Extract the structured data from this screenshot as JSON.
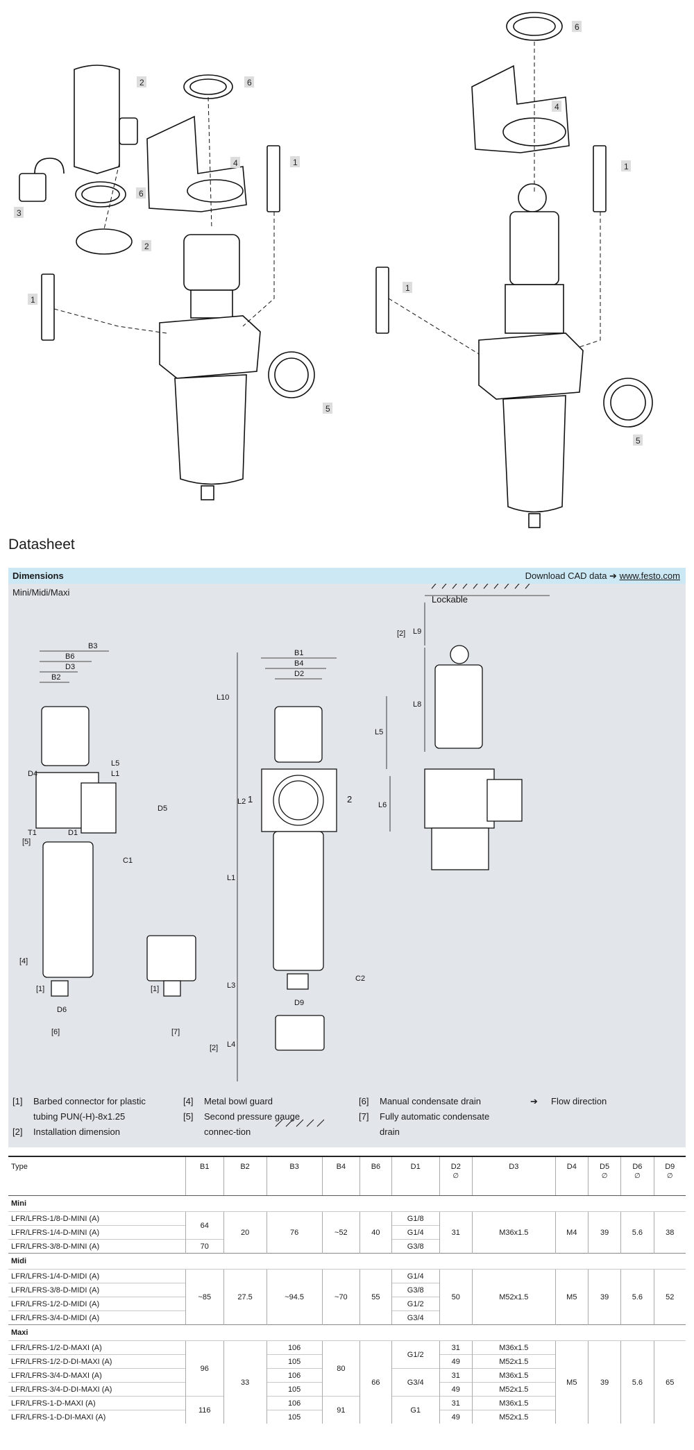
{
  "exploded_view": {
    "left_callouts": [
      "2",
      "6",
      "4",
      "1",
      "3",
      "6",
      "2",
      "1",
      "5"
    ],
    "right_callouts": [
      "6",
      "4",
      "1",
      "1",
      "5"
    ]
  },
  "section_title": "Datasheet",
  "dimensions": {
    "title": "Dimensions",
    "cad_prefix": "Download CAD data ➔",
    "cad_link": "www.festo.com",
    "subtitle": "Mini/Midi/Maxi",
    "lockable_label": "Lockable",
    "left_dims": [
      "B3",
      "B6",
      "D3",
      "B2",
      "D4",
      "L1",
      "L5",
      "T1",
      "D1",
      "D5",
      "D6",
      "C1"
    ],
    "center_dims": [
      "B1",
      "B4",
      "D2",
      "L10",
      "L5",
      "L2",
      "L1",
      "L6",
      "L3",
      "L4",
      "D9",
      "C2"
    ],
    "right_dims": [
      "L9",
      "L8"
    ],
    "callouts": [
      "[5]",
      "[4]",
      "[1]",
      "[1]",
      "[6]",
      "[7]",
      "[2]",
      "[2]"
    ],
    "flow_labels": [
      "1",
      "2"
    ],
    "legend": [
      {
        "key": "[1]",
        "text": "Barbed connector for plastic tubing PUN(-H)-8x1.25"
      },
      {
        "key": "[2]",
        "text": "Installation dimension"
      },
      {
        "key": "[4]",
        "text": "Metal bowl guard"
      },
      {
        "key": "[5]",
        "text": "Second pressure gauge connec-tion"
      },
      {
        "key": "[6]",
        "text": "Manual condensate drain"
      },
      {
        "key": "[7]",
        "text": "Fully automatic condensate drain"
      },
      {
        "key": "➔",
        "text": "Flow direction"
      }
    ]
  },
  "table": {
    "headers": [
      "Type",
      "B1",
      "B2",
      "B3",
      "B4",
      "B6",
      "D1",
      "D2",
      "D3",
      "D4",
      "D5",
      "D6",
      "D9"
    ],
    "header_symbols": {
      "D2": "∅",
      "D5": "∅",
      "D6": "∅",
      "D9": "∅"
    },
    "groups": [
      {
        "name": "Mini",
        "types": [
          "LFR/LFRS-1/8-D-MINI (A)",
          "LFR/LFRS-1/4-D-MINI (A)",
          "LFR/LFRS-3/8-D-MINI (A)"
        ],
        "B1": [
          "64",
          "70"
        ],
        "B2": "20",
        "B3": "76",
        "B4": "~52",
        "B6": "40",
        "D1": [
          "G1/8",
          "G1/4",
          "G3/8"
        ],
        "D2": "31",
        "D3": "M36x1.5",
        "D4": "M4",
        "D5": "39",
        "D6": "5.6",
        "D9": "38"
      },
      {
        "name": "Midi",
        "types": [
          "LFR/LFRS-1/4-D-MIDI (A)",
          "LFR/LFRS-3/8-D-MIDI (A)",
          "LFR/LFRS-1/2-D-MIDI (A)",
          "LFR/LFRS-3/4-D-MIDI (A)"
        ],
        "B1": "~85",
        "B2": "27.5",
        "B3": "~94.5",
        "B4": "~70",
        "B6": "55",
        "D1": [
          "G1/4",
          "G3/8",
          "G1/2",
          "G3/4"
        ],
        "D2": "50",
        "D3": "M52x1.5",
        "D4": "M5",
        "D5": "39",
        "D6": "5.6",
        "D9": "52"
      },
      {
        "name": "Maxi",
        "types": [
          "LFR/LFRS-1/2-D-MAXI (A)",
          "LFR/LFRS-1/2-D-DI-MAXI (A)",
          "LFR/LFRS-3/4-D-MAXI (A)",
          "LFR/LFRS-3/4-D-DI-MAXI (A)",
          "LFR/LFRS-1-D-MAXI (A)",
          "LFR/LFRS-1-D-DI-MAXI (A)"
        ],
        "B1": [
          "96",
          "116"
        ],
        "B2": "33",
        "B3": [
          "106",
          "105",
          "106",
          "105",
          "106",
          "105"
        ],
        "B4": [
          "80",
          "91"
        ],
        "B6": "66",
        "D1": [
          "G1/2",
          "G3/4",
          "G1"
        ],
        "D2": [
          "31",
          "49",
          "31",
          "49",
          "31",
          "49"
        ],
        "D3": [
          "M36x1.5",
          "M52x1.5",
          "M36x1.5",
          "M52x1.5",
          "M36x1.5",
          "M52x1.5"
        ],
        "D4": "M5",
        "D5": "39",
        "D6": "5.6",
        "D9": "65"
      }
    ]
  }
}
